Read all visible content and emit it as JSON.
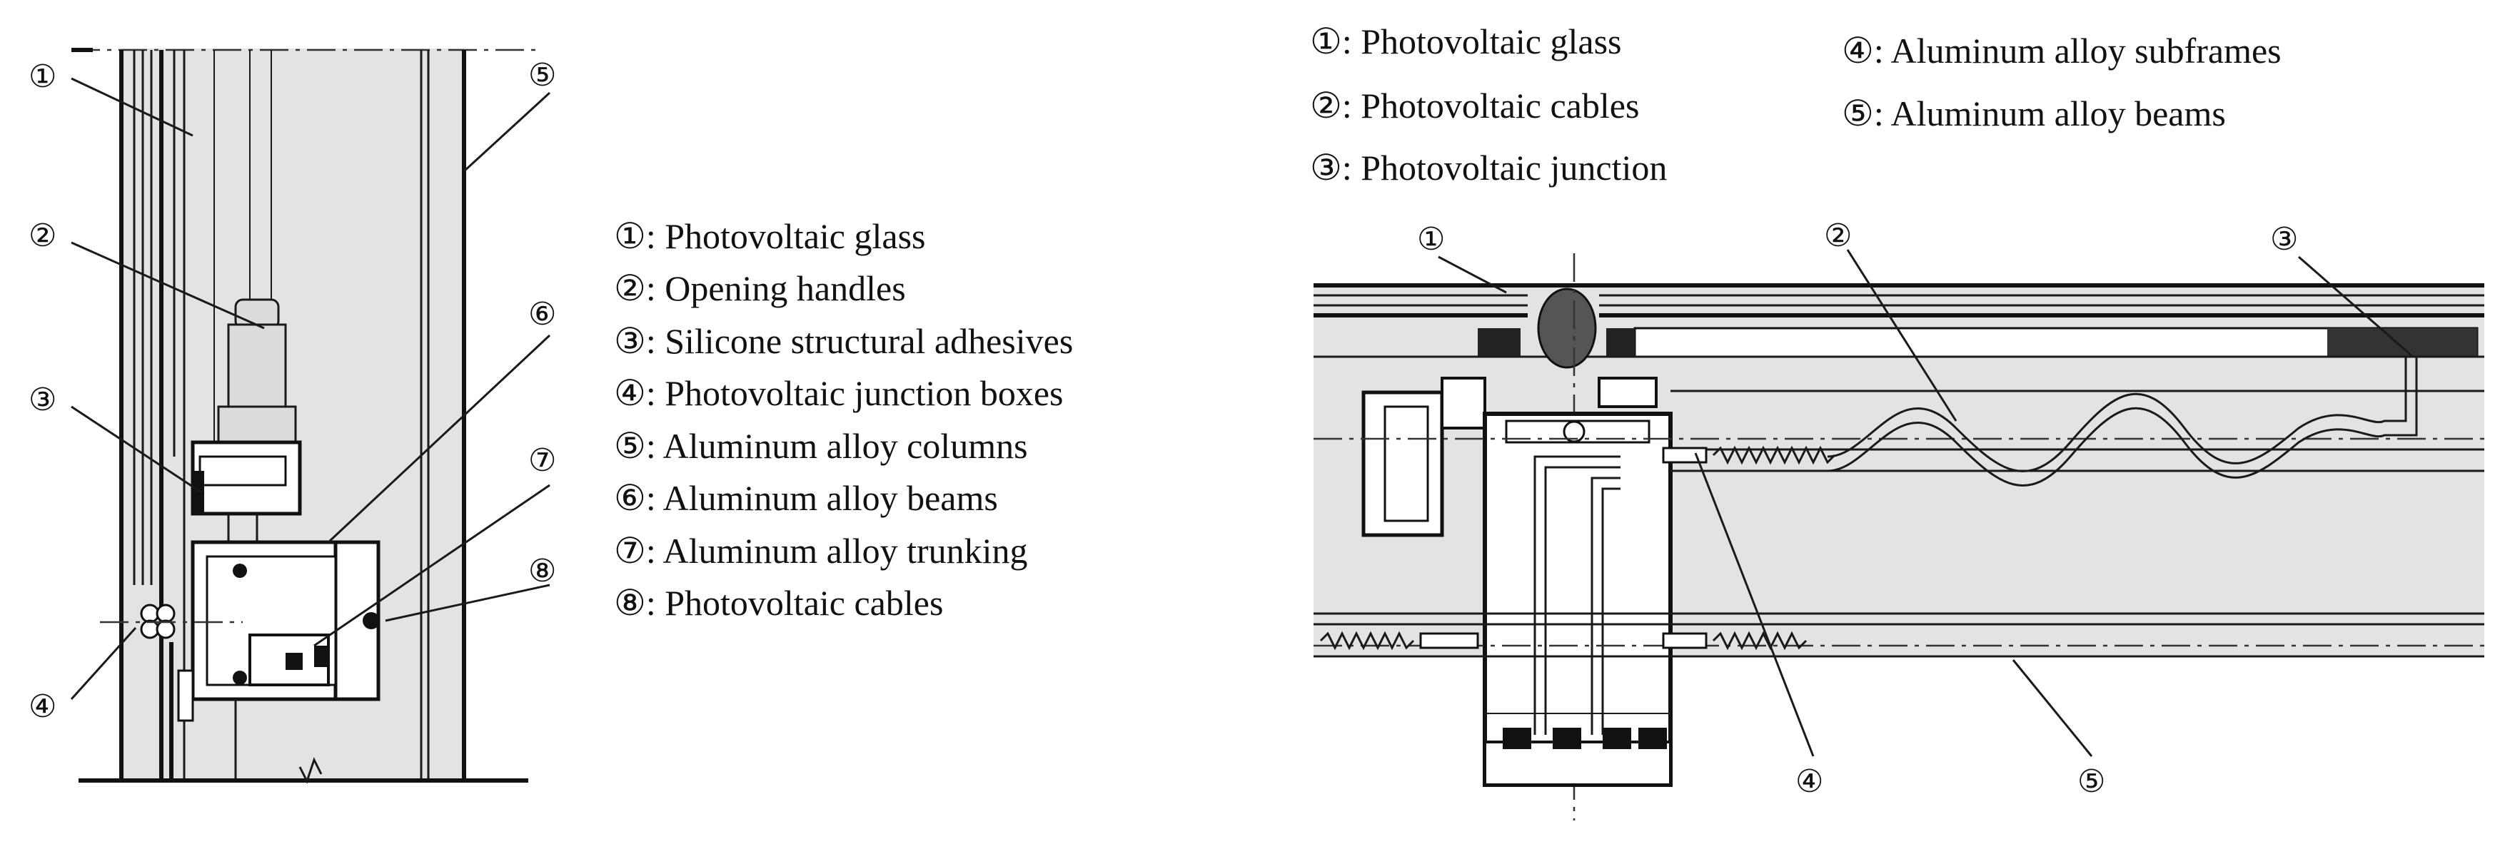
{
  "left_figure": {
    "legend": [
      {
        "num": "①",
        "text": ": Photovoltaic glass"
      },
      {
        "num": "②",
        "text": ": Opening handles"
      },
      {
        "num": "③",
        "text": ": Silicone structural adhesives"
      },
      {
        "num": "④",
        "text": ": Photovoltaic junction boxes"
      },
      {
        "num": "⑤",
        "text": ": Aluminum alloy columns"
      },
      {
        "num": "⑥",
        "text": ": Aluminum alloy beams"
      },
      {
        "num": "⑦",
        "text": ": Aluminum alloy trunking"
      },
      {
        "num": "⑧",
        "text": ": Photovoltaic cables"
      }
    ],
    "callouts": [
      "①",
      "②",
      "③",
      "④",
      "⑤",
      "⑥",
      "⑦",
      "⑧"
    ]
  },
  "right_figure": {
    "legend_col1": [
      {
        "num": "①",
        "text": ": Photovoltaic glass"
      },
      {
        "num": "②",
        "text": ": Photovoltaic cables"
      },
      {
        "num": "③",
        "text": ": Photovoltaic junction"
      }
    ],
    "legend_col2": [
      {
        "num": "④",
        "text": ": Aluminum  alloy subframes"
      },
      {
        "num": "⑤",
        "text": ": Aluminum alloy beams"
      }
    ],
    "callouts": [
      "①",
      "②",
      "③",
      "④",
      "⑤"
    ]
  }
}
